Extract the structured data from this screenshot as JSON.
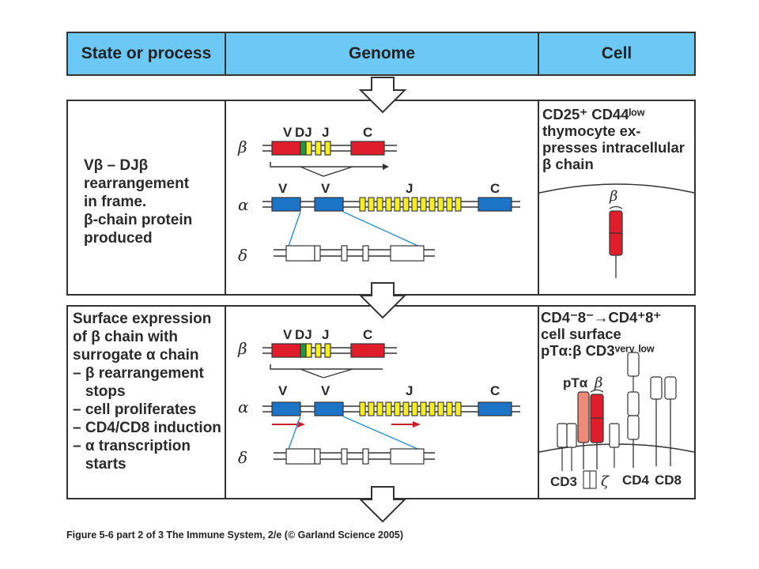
{
  "header": {
    "col1": "State or process",
    "col2": "Genome",
    "col3": "Cell"
  },
  "row1": {
    "state_lines": [
      "Vβ – DJβ",
      "rearrangement",
      "in frame.",
      "β-chain protein",
      "produced"
    ],
    "cell_lines": [
      "CD25⁺ CD44ˡᵒʷ",
      "thymocyte ex-",
      "presses intracellular",
      "β chain"
    ],
    "cell_beta": "β"
  },
  "row2": {
    "state_lines": [
      "Surface expression",
      "of β  chain with",
      "surrogate α chain",
      "– β rearrangement",
      "   stops",
      "– cell proliferates",
      "– CD4/CD8 induction",
      "– α  transcription",
      "   starts"
    ],
    "cell_lines": [
      "CD4⁻8⁻→CD4⁺8⁺",
      "cell surface",
      "pTα:β CD3ᵛᵉʳʸ ˡᵒʷ"
    ],
    "cell_labels": {
      "pta": "pTα",
      "beta": "β",
      "cd3": "CD3",
      "zeta": "ζ",
      "cd4": "CD4",
      "cd8": "CD8"
    }
  },
  "genome": {
    "beta_symbol": "β",
    "alpha_symbol": "α",
    "delta_symbol": "δ",
    "beta_labels": [
      "V",
      "DJ",
      "J",
      "C"
    ],
    "alpha_labels": [
      "V",
      "V",
      "J",
      "C"
    ]
  },
  "caption": "Figure 5-6 part 2 of 3  The Immune System, 2/e (© Garland Science 2005)",
  "colors": {
    "header_bg": "#6cc8f5",
    "v_red": "#e01e2b",
    "d_green": "#1e9a3c",
    "j_yellow": "#f6ee1f",
    "alpha_blue": "#1c74c6",
    "line_blue": "#2b8fd0",
    "arrow_red": "#c81e28",
    "pta_salmon": "#f08a78"
  }
}
